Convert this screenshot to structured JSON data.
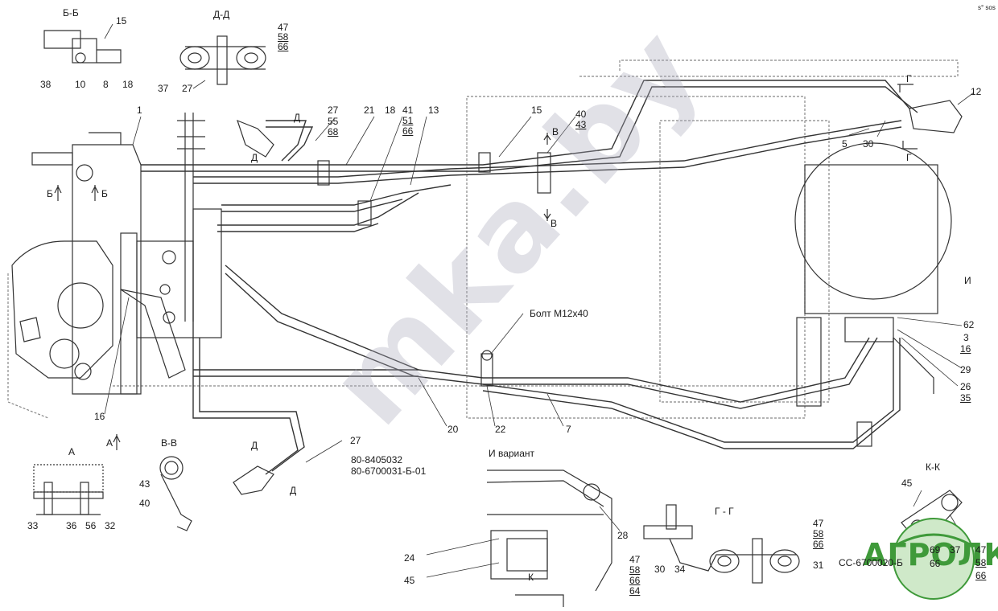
{
  "watermark": "mka.by",
  "corner_mark": "s° sos",
  "logo": {
    "text": "АГРОЛК",
    "color": "#3f9a3a"
  },
  "colors": {
    "line": "#333333",
    "background": "#ffffff",
    "watermark": "#b0b0c0"
  },
  "sections": {
    "bb": "Б-Б",
    "dd": "Д-Д",
    "a": "А",
    "vv": "В-В",
    "i_variant": "И вариант",
    "gg": "Г - Г",
    "kk": "К-К"
  },
  "callouts": {
    "c1": "1",
    "c15a": "15",
    "c38": "38",
    "c10": "10",
    "c8": "8",
    "c18a": "18",
    "c47a": "47",
    "c58a": "58",
    "c66a": "66",
    "c37a": "37",
    "c27a": "27",
    "c27b": "27",
    "c55": "55",
    "c68": "68",
    "c21": "21",
    "c18b": "18",
    "c41": "41",
    "c51": "51",
    "c66b": "66",
    "c13": "13",
    "c15b": "15",
    "c40a": "40",
    "c43a": "43",
    "c12": "12",
    "c5": "5",
    "c30a": "30",
    "c62": "62",
    "c3": "3",
    "c16a": "16",
    "c29": "29",
    "c26": "26",
    "c35": "35",
    "bolt": "Болт М12х40",
    "c16b": "16",
    "c20": "20",
    "c22": "22",
    "c7": "7",
    "c33": "33",
    "c36": "36",
    "c56": "56",
    "c32": "32",
    "c43b": "43",
    "c40b": "40",
    "c27c": "27",
    "part1": "80-8405032",
    "part2": "80-6700031-Б-01",
    "c28": "28",
    "c24": "24",
    "c45a": "45",
    "c47b": "47",
    "c58b": "58",
    "c66c": "66",
    "c64": "64",
    "c30b": "30",
    "c34": "34",
    "c47c": "47",
    "c58c": "58",
    "c66d": "66",
    "c31": "31",
    "c45b": "45",
    "c69": "69",
    "c37b": "37",
    "c66e": "66",
    "c47d": "47",
    "c58d": "58",
    "c66f": "66",
    "part3": "СС-6700020-Б"
  },
  "view_marks": {
    "b1": "Б",
    "b2": "Б",
    "v1": "В",
    "v2": "В",
    "g1": "Г",
    "g2": "Г",
    "d1": "Д",
    "d2": "Д",
    "d3": "Д",
    "d4": "Д",
    "a": "А",
    "i": "И",
    "k": "К"
  }
}
